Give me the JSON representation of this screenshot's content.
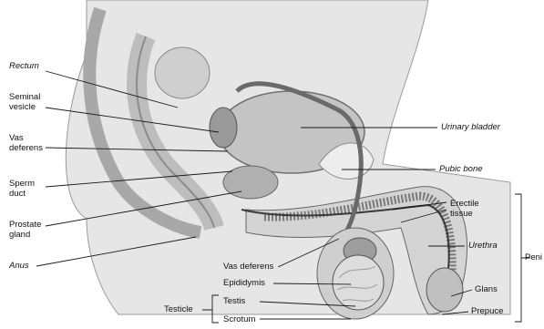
{
  "labels": {
    "rectum": "Rectum",
    "seminal_vesicle": "Seminal vesicle",
    "vas_deferens_left": "Vas deferens",
    "sperm_duct": "Sperm duct",
    "prostate_gland": "Prostate gland",
    "anus": "Anus",
    "urinary_bladder": "Urinary bladder",
    "pubic_bone": "Pubic bone",
    "erectile_tissue": "Erectile tissue",
    "urethra": "Urethra",
    "penis": "Peni",
    "glans": "Glans",
    "prepuce": "Prepuce",
    "vas_deferens_bottom": "Vas deferens",
    "epididymis": "Epididymis",
    "testicle": "Testicle",
    "testis": "Testis",
    "scrotum": "Scrotum"
  },
  "colors": {
    "background": "#ffffff",
    "tissue": "#dcdcdc",
    "shadow": "#8a8a8a",
    "line": "#1a1a1a"
  }
}
